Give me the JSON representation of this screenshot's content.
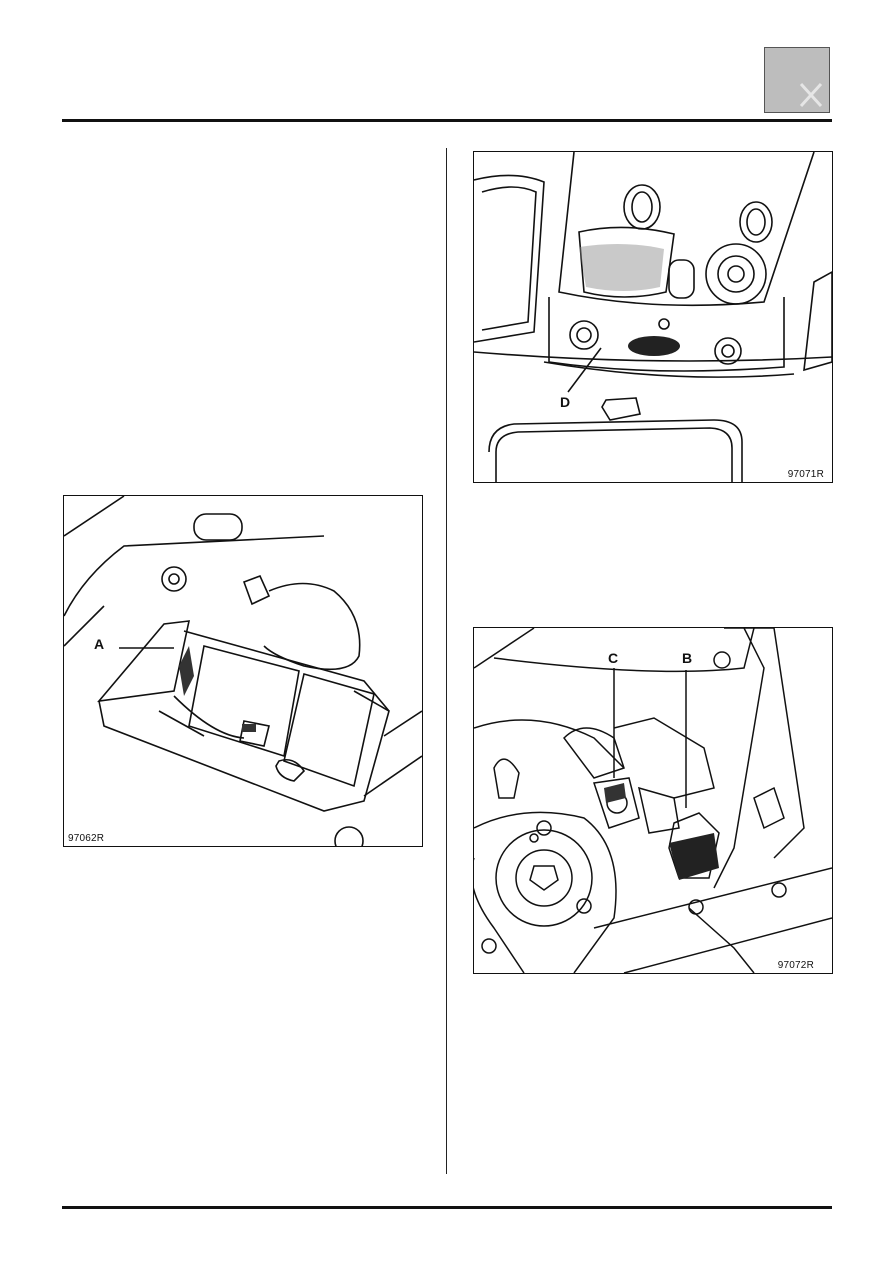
{
  "figures": {
    "top_right": {
      "code": "97071R",
      "callouts": {
        "d": "D"
      }
    },
    "left": {
      "code": "97062R",
      "callouts": {
        "a": "A"
      }
    },
    "bottom_right": {
      "code": "97072R",
      "callouts": {
        "c": "C",
        "b": "B"
      }
    }
  }
}
